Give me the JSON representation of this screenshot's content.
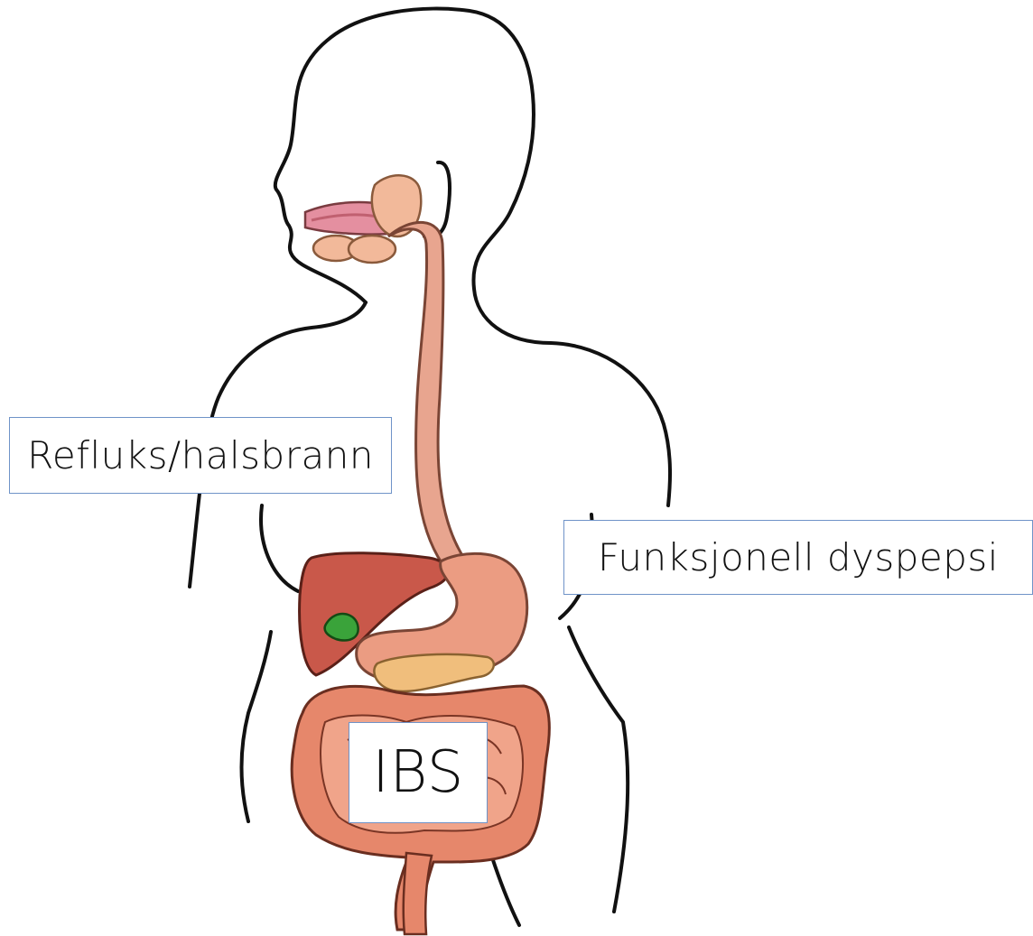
{
  "labels": {
    "reflux": "Refluks/halsbrann",
    "dyspepsia": "Funksjonell dyspepsi",
    "ibs": "IBS"
  },
  "colors": {
    "outline": "#111111",
    "label_border": "#6f93c8",
    "esophagus": "#e8a58f",
    "stomach": "#eb9c82",
    "liver": "#c9584a",
    "gallbladder": "#3aa33a",
    "pancreas": "#f0be7c",
    "intestine": "#e6876b",
    "salivary": "#f2b99a",
    "tongue": "#e48fa0"
  }
}
